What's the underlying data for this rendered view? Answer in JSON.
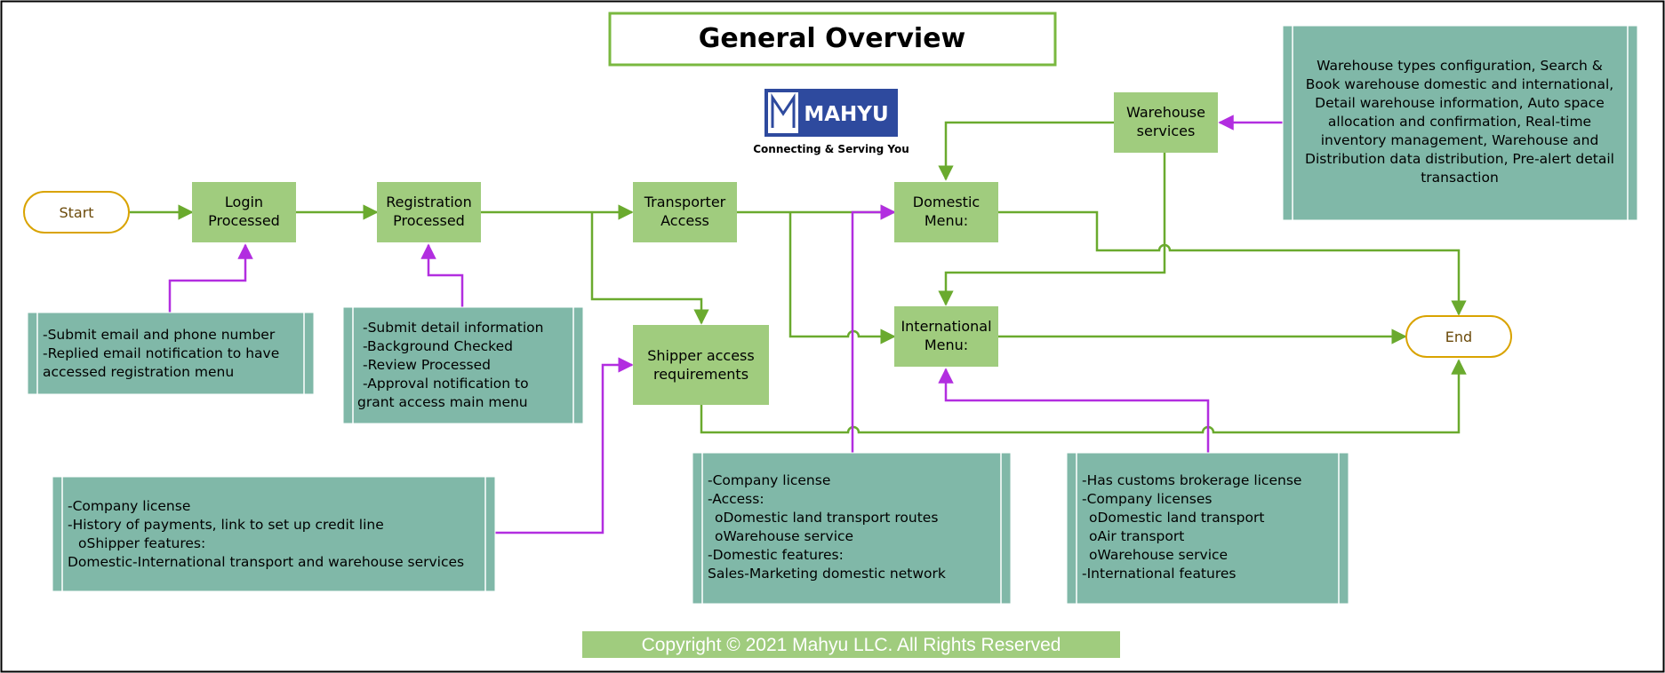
{
  "title": "General Overview",
  "logo": {
    "name": "MAHYU",
    "tagline": "Connecting & Serving You"
  },
  "nodes": {
    "start": "Start",
    "end": "End",
    "login": [
      "Login",
      "Processed"
    ],
    "registration": [
      "Registration",
      "Processed"
    ],
    "transporter": [
      "Transporter",
      "Access"
    ],
    "shipper": [
      "Shipper access",
      "requirements"
    ],
    "domestic": [
      "Domestic",
      "Menu:"
    ],
    "international": [
      "International",
      "Menu:"
    ],
    "warehouse": [
      "Warehouse",
      "services"
    ]
  },
  "notes": {
    "login": [
      "-Submit email and phone number",
      "-Replied email notification to have",
      "accessed registration menu"
    ],
    "registration": [
      "-Submit detail information",
      "-Background Checked",
      "-Review Processed",
      "-Approval notification to",
      "grant access main menu"
    ],
    "shipper": [
      "-Company license",
      "-History of payments, link to set up credit line",
      "oShipper features:",
      "Domestic-International transport and warehouse services"
    ],
    "transporter": [
      "-Company license",
      "-Access:",
      "oDomestic land transport routes",
      "oWarehouse service",
      "-Domestic features:",
      "Sales-Marketing domestic network"
    ],
    "international": [
      "-Has customs brokerage license",
      "-Company licenses",
      "oDomestic land transport",
      "oAir transport",
      "oWarehouse service",
      "-International features"
    ],
    "warehouse": [
      "Warehouse types configuration, Search &",
      "Book warehouse domestic and international,",
      "Detail warehouse information, Auto space",
      "allocation and confirmation, Real-time",
      "inventory management, Warehouse and",
      "Distribution data distribution, Pre-alert detail",
      "transaction"
    ]
  },
  "footer": "Copyright © 2021 Mahyu LLC. All Rights Reserved",
  "colors": {
    "process_fill": "#a0cc7e",
    "note_fill": "#80b8a8",
    "terminal_stroke": "#d9a300",
    "flow_arrow": "#6aaa2e",
    "requirement_arrow": "#b22ee0",
    "title_border": "#7ab840",
    "logo_fill": "#2e4a9e",
    "footer_fill": "#a0cc7e"
  },
  "icons": {
    "logo": "mahyu-m-logo-icon"
  }
}
